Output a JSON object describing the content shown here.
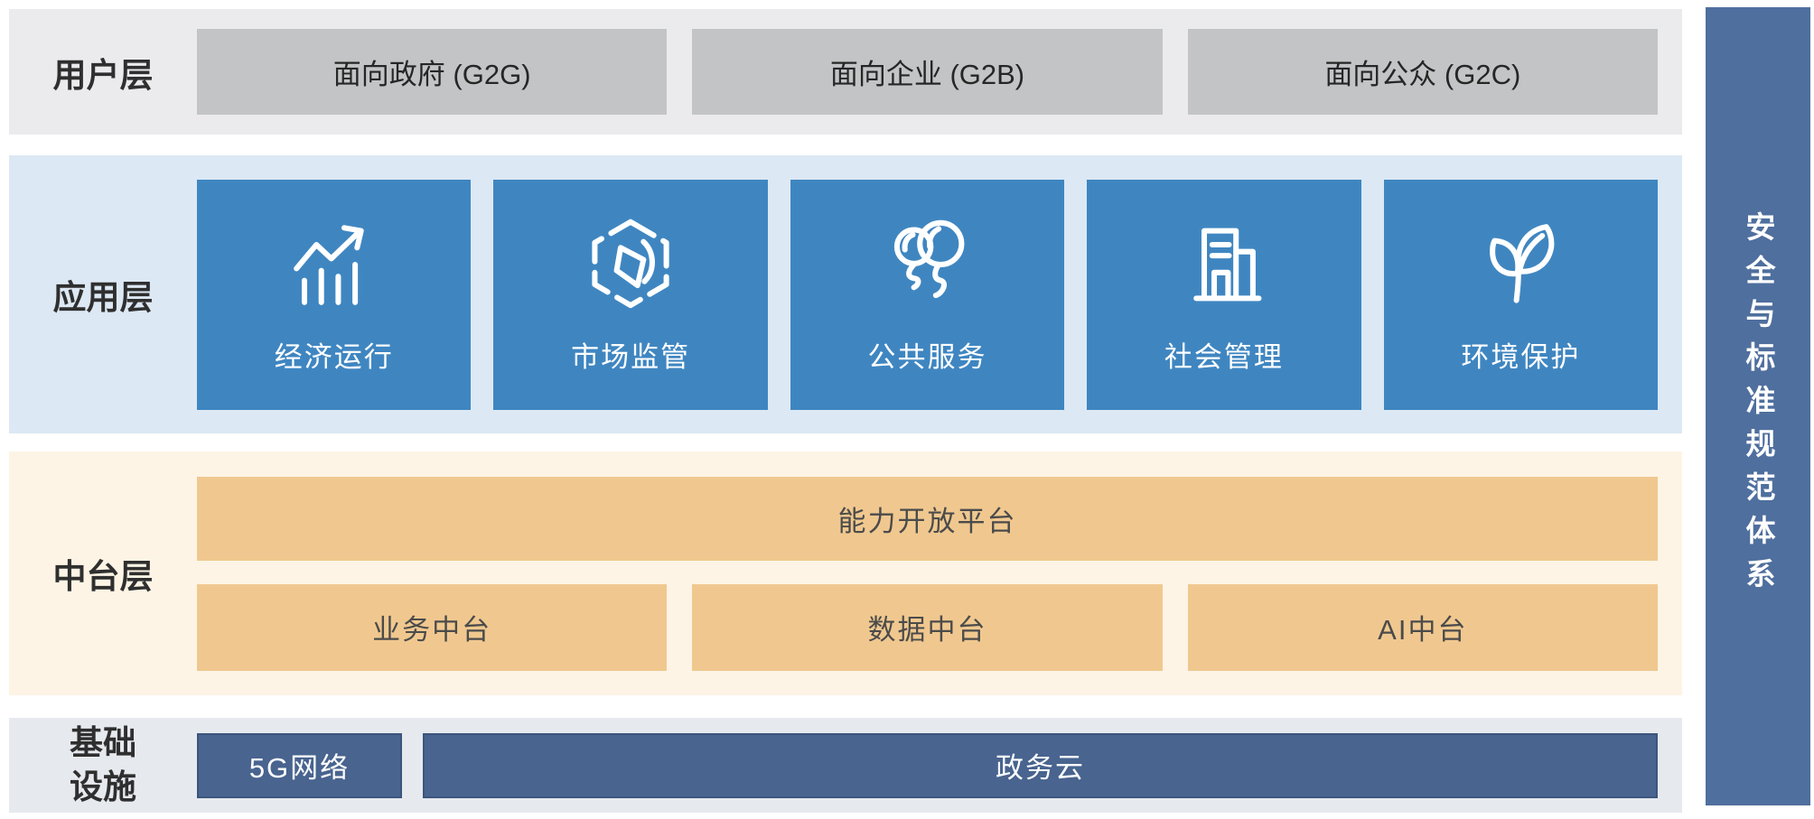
{
  "layers": {
    "user": {
      "label": "用户层",
      "items": [
        {
          "label": "面向政府 (G2G)"
        },
        {
          "label": "面向企业 (G2B)"
        },
        {
          "label": "面向公众 (G2C)"
        }
      ]
    },
    "application": {
      "label": "应用层",
      "tiles": [
        {
          "label": "经济运行",
          "icon": "trend-chart-icon"
        },
        {
          "label": "市场监管",
          "icon": "hexagon-cube-icon"
        },
        {
          "label": "公共服务",
          "icon": "balloons-icon"
        },
        {
          "label": "社会管理",
          "icon": "buildings-icon"
        },
        {
          "label": "环境保护",
          "icon": "leaf-icon"
        }
      ]
    },
    "platform": {
      "label": "中台层",
      "top_item": {
        "label": "能力开放平台"
      },
      "items": [
        {
          "label": "业务中台"
        },
        {
          "label": "数据中台"
        },
        {
          "label": "AI中台"
        }
      ]
    },
    "infrastructure": {
      "label": "基础\n设施",
      "items": [
        {
          "label": "5G网络"
        },
        {
          "label": "政务云"
        }
      ]
    }
  },
  "sidebar": {
    "label": "安全与标准规范体系"
  },
  "colors": {
    "user_band_bg": "#ebebee",
    "user_box_bg": "#c3c4c5",
    "app_band_bg": "#dce8f4",
    "app_tile_bg": "#3f86c1",
    "platform_band_bg": "#fdf4e5",
    "platform_box_bg": "#f0c88f",
    "infra_band_bg": "#e6e9ee",
    "infra_box_bg": "#48648f",
    "sidebar_bg": "#4f6f9e",
    "text_dark": "#2f2f2f",
    "text_light": "#ffffff"
  }
}
